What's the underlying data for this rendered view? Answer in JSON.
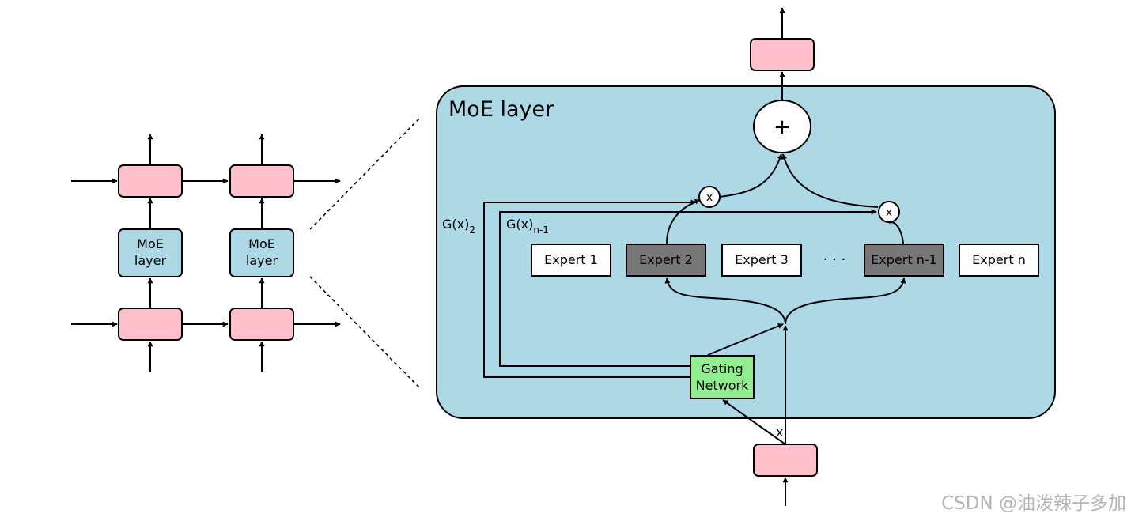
{
  "left_stack": {
    "columns": [
      {
        "moe_line1": "MoE",
        "moe_line2": "layer"
      },
      {
        "moe_line1": "MoE",
        "moe_line2": "layer"
      }
    ]
  },
  "moe_panel": {
    "title": "MoE layer",
    "sum_symbol": "+",
    "multiply_symbol": "x",
    "input_label": "x",
    "gate_label_2": {
      "base": "G(x)",
      "sub": "2"
    },
    "gate_label_n1": {
      "base": "G(x)",
      "sub": "n-1"
    },
    "gating": {
      "line1": "Gating",
      "line2": "Network"
    },
    "ellipsis": "· · ·",
    "experts": [
      {
        "label": "Expert 1",
        "selected": false
      },
      {
        "label": "Expert 2",
        "selected": true
      },
      {
        "label": "Expert 3",
        "selected": false
      },
      {
        "label": "Expert n-1",
        "selected": true
      },
      {
        "label": "Expert n",
        "selected": false
      }
    ]
  },
  "colors": {
    "panel": "#add8e6",
    "state_box": "#ffc0cb",
    "gating": "#90ee90",
    "expert_selected": "#777777",
    "expert_default": "#ffffff"
  },
  "watermark": "CSDN @油泼辣子多加"
}
